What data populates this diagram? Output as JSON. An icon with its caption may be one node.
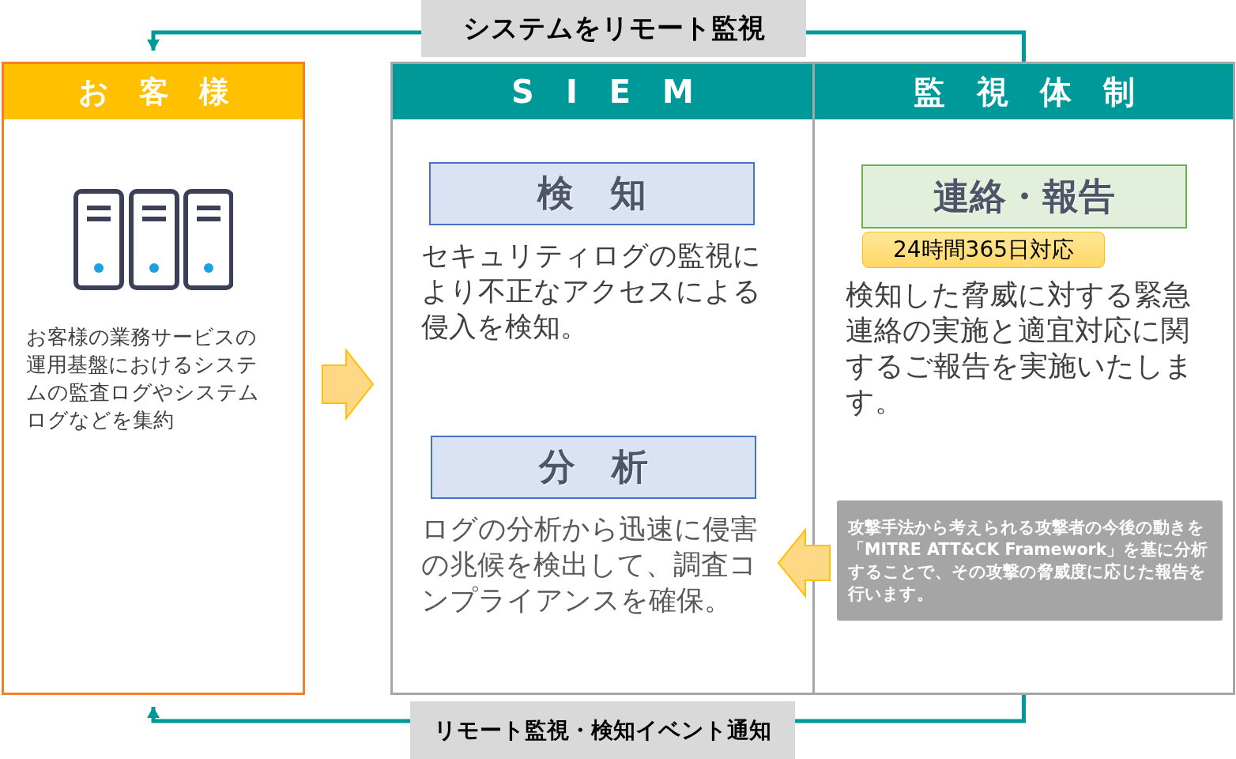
{
  "diagram": {
    "nodes": [
      {
        "text": [
          "お　客　様",
          "お客様の業務サービスの運用基盤におけるシステムの監査ログやシステムログなどを集約"
        ]
      },
      {
        "text": [
          "S　I　E　M"
        ]
      },
      {
        "text": [
          "検　知"
        ],
        "in": 1,
        "beside": [
          "セキュリティログの監視により不正なアクセスによる侵入を検知。"
        ]
      },
      {
        "text": [
          "分　析"
        ],
        "in": 1,
        "beside": [
          "ログの分析から迅速に侵害の兆候を検出して、調査コンプライアンスを確保。"
        ]
      },
      {
        "text": [
          "監　視　体　制"
        ]
      },
      {
        "text": [
          "連絡・報告"
        ],
        "in": 4
      },
      {
        "text": [
          "24時間365日対応"
        ],
        "in": 4
      },
      {
        "text": [
          "攻撃手法から考えられる攻撃者の今後の動きを「MITRE ATT&CK Framework」を基に分析することで、その攻撃の脅威度に応じた報告を行います。"
        ],
        "in": 4
      }
    ],
    "edges": [
      {
        "from": 4,
        "to": 0,
        "arrow": "to",
        "label": "システムをリモート監視",
        "color": "#009999"
      },
      {
        "from": 4,
        "to": 0,
        "arrow": "to",
        "label": "リモート監視・検知イベント通知",
        "color": "#009999"
      },
      {
        "from": 0,
        "to": 1,
        "arrow": "to",
        "style": "thick",
        "color": "#ffd885"
      },
      {
        "from": 7,
        "to": 3,
        "arrow": "to",
        "style": "thick",
        "color": "#ffd885"
      }
    ],
    "labels": [
      "検知した脅威に対する緊急連絡の実施と適宜対応に関するご報告を実施いたします。"
    ]
  }
}
